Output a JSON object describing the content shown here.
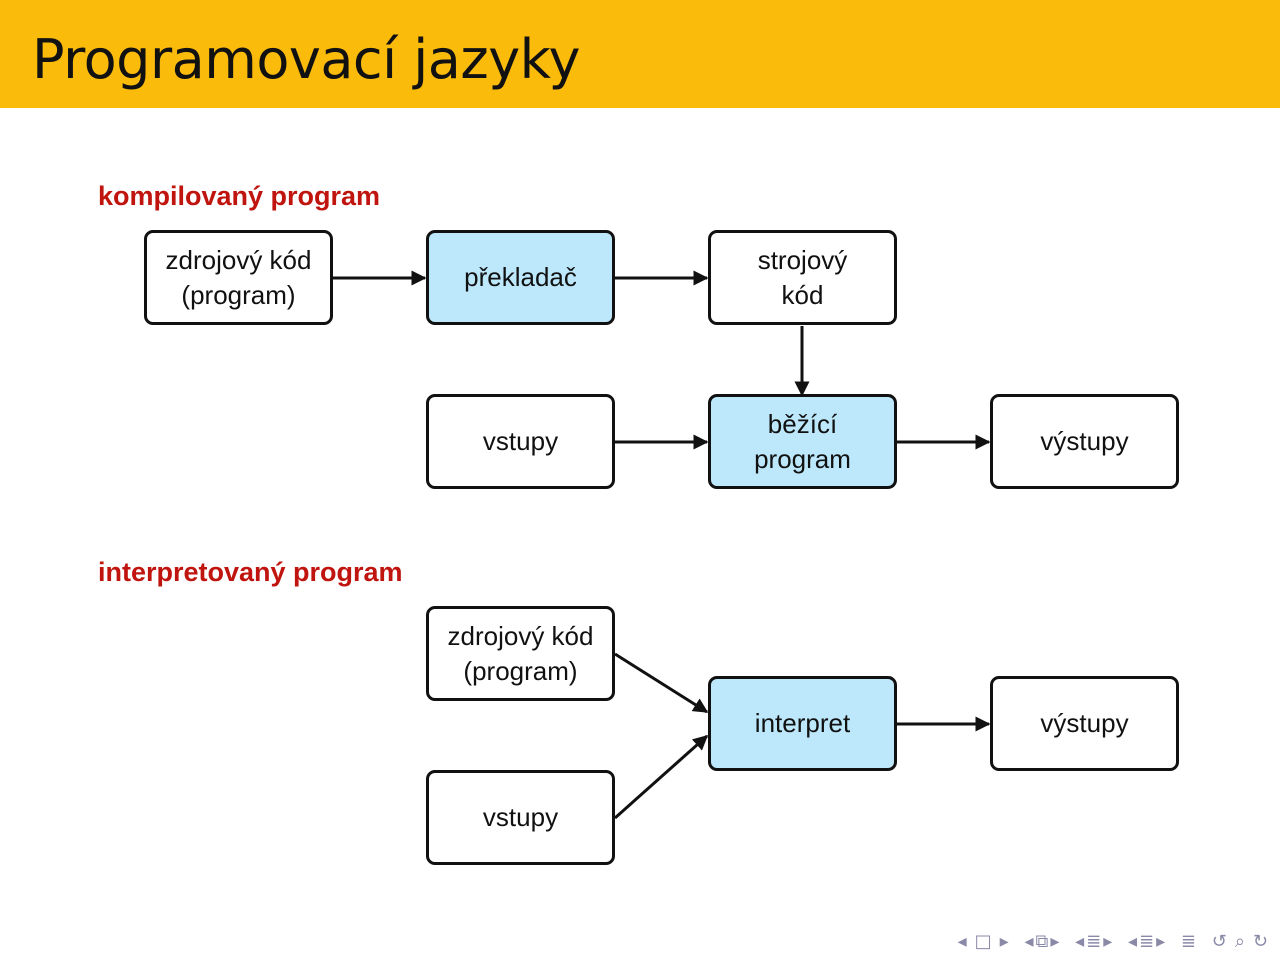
{
  "slide": {
    "title": "Programovací jazyky"
  },
  "compiled": {
    "label": "kompilovaný program",
    "source": "zdrojový kód\n(program)",
    "compiler": "překladač",
    "machine_code": "strojový\nkód",
    "inputs": "vstupy",
    "running": "běžící\nprogram",
    "outputs": "výstupy"
  },
  "interpreted": {
    "label": "interpretovaný program",
    "source": "zdrojový kód\n(program)",
    "inputs": "vstupy",
    "interpreter": "interpret",
    "outputs": "výstupy"
  },
  "colors": {
    "header_bg": "#fbbb0b",
    "section_label": "#c0140e",
    "highlight_box": "#bde8fb",
    "border": "#111111"
  },
  "nav_icons": [
    "arrow-left-icon",
    "frame-icon",
    "arrow-right-icon",
    "section-icon",
    "subsection-icon",
    "slide-icon",
    "align-icon",
    "back-icon",
    "search-icon",
    "forward-icon"
  ]
}
